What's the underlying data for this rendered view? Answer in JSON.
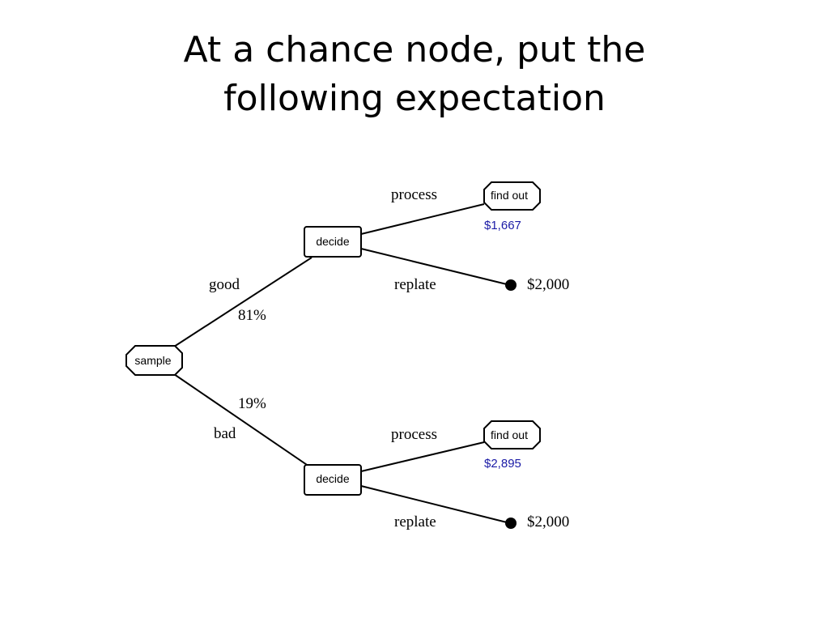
{
  "slide": {
    "title_line1": "At a chance node, put the",
    "title_line2": "following expectation"
  },
  "tree": {
    "root": {
      "label": "sample"
    },
    "branches": [
      {
        "label": "good",
        "probability": "81%",
        "decision": {
          "label": "decide",
          "options": [
            {
              "label": "process",
              "node": "find out",
              "value": "$1,667",
              "value_color": "#1a1aa6"
            },
            {
              "label": "replate",
              "terminal_value": "$2,000"
            }
          ]
        }
      },
      {
        "label": "bad",
        "probability": "19%",
        "decision": {
          "label": "decide",
          "options": [
            {
              "label": "process",
              "node": "find out",
              "value": "$2,895",
              "value_color": "#1a1aa6"
            },
            {
              "label": "replate",
              "terminal_value": "$2,000"
            }
          ]
        }
      }
    ]
  }
}
